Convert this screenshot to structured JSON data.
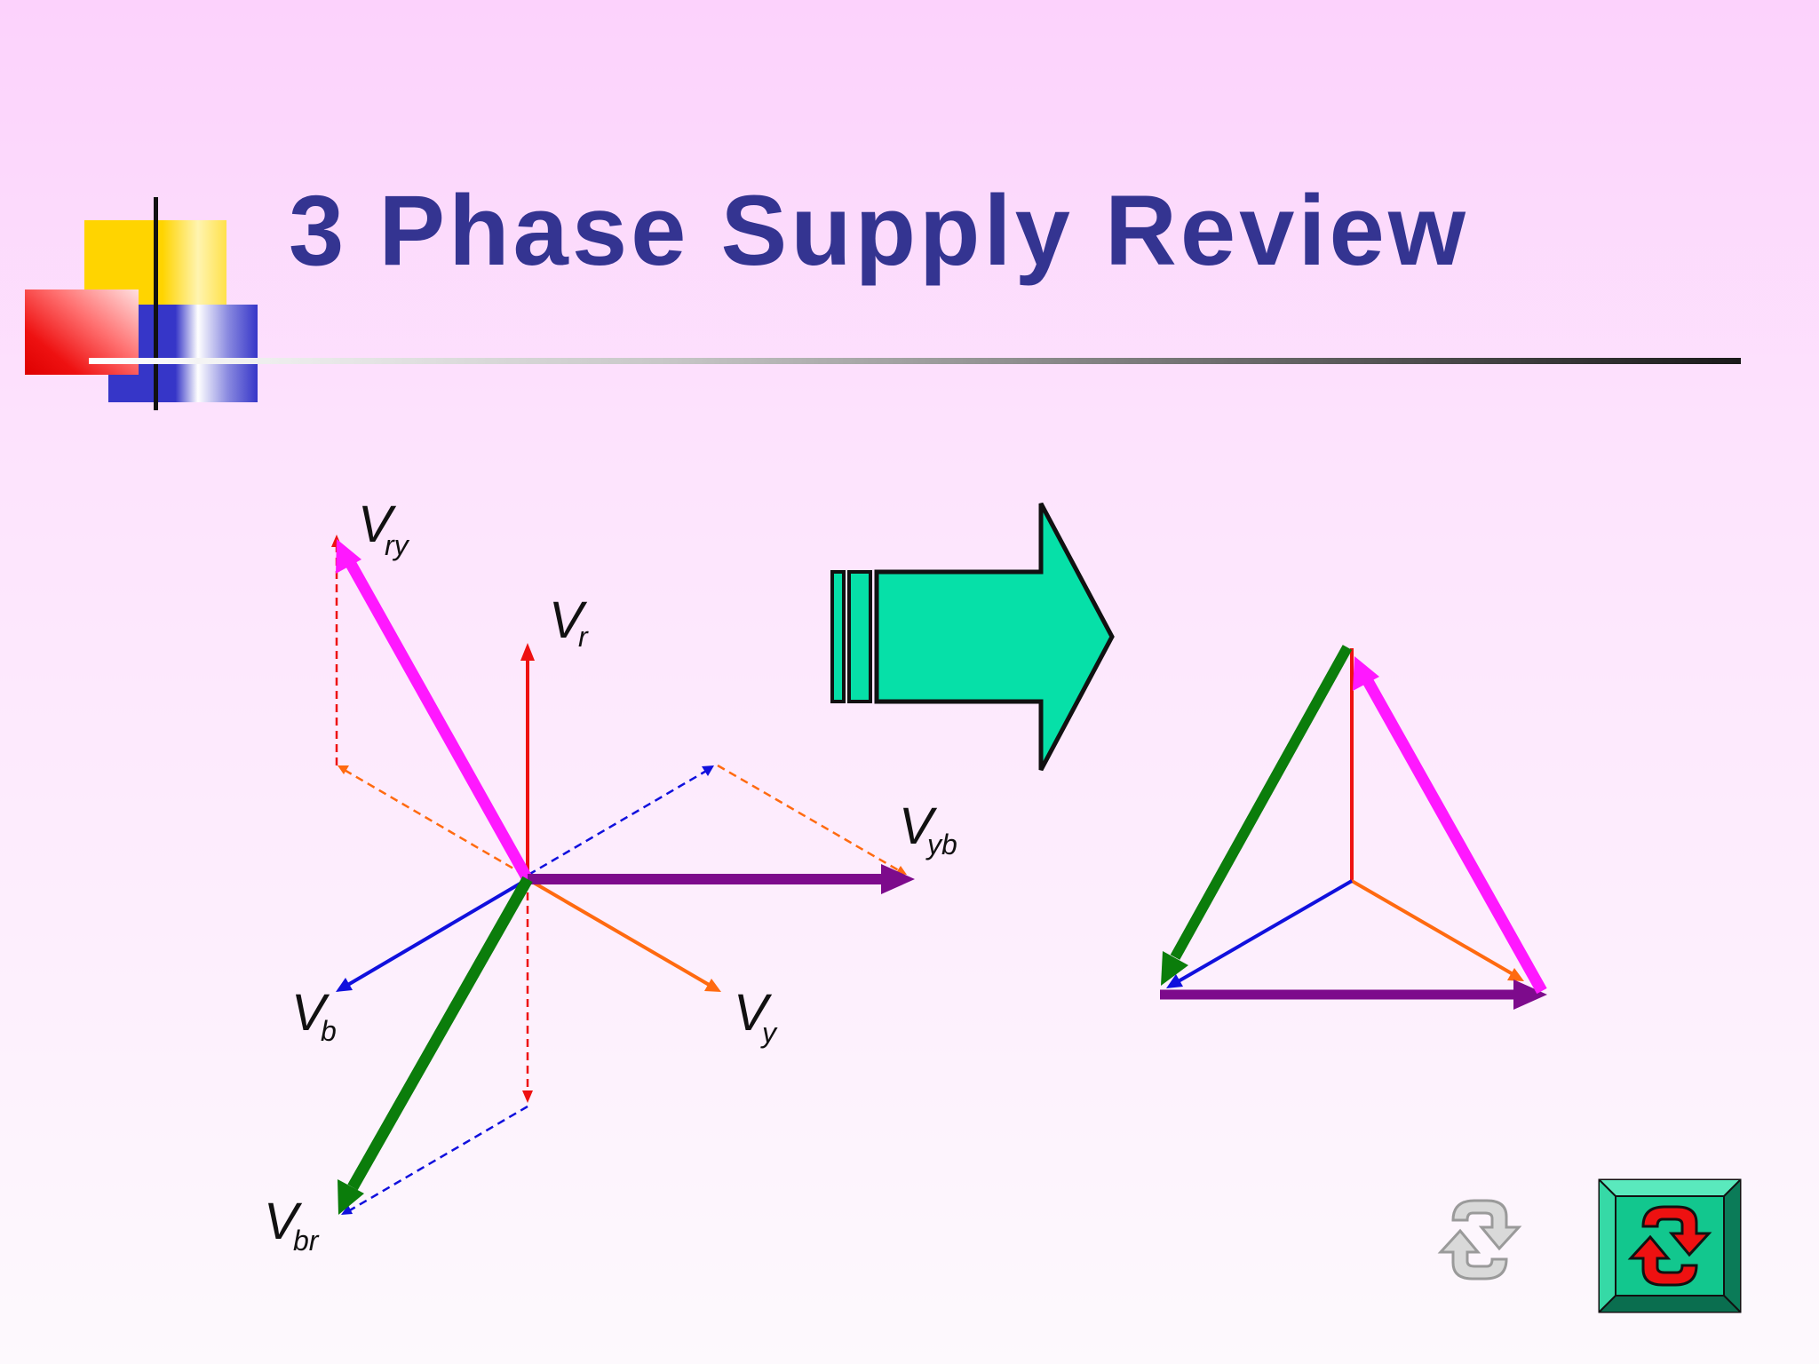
{
  "slide": {
    "title": "3 Phase Supply Review"
  },
  "colors": {
    "title": "#343491",
    "vr": "#ee1111",
    "vy": "#ff6a10",
    "vb": "#1010dd",
    "vry": "#ff18ff",
    "vyb": "#7d0b8c",
    "vbr": "#0b7d0b",
    "big_arrow": "#06e0a8",
    "nav_button_face": "#12c78e",
    "nav_button_icon": "#ee1111"
  },
  "phasor_diagram": {
    "labels": [
      {
        "id": "vry",
        "main": "V",
        "sub": "ry"
      },
      {
        "id": "vr",
        "main": "V",
        "sub": "r"
      },
      {
        "id": "vyb",
        "main": "V",
        "sub": "yb"
      },
      {
        "id": "vb",
        "main": "V",
        "sub": "b"
      },
      {
        "id": "vy",
        "main": "V",
        "sub": "y"
      },
      {
        "id": "vbr",
        "main": "V",
        "sub": "br"
      }
    ]
  },
  "icons": {
    "decoration": "color-blocks-logo",
    "transform_arrow": "right-arrow-icon",
    "nav_disabled": "return-arrows-icon",
    "nav_active": "return-arrows-icon"
  }
}
